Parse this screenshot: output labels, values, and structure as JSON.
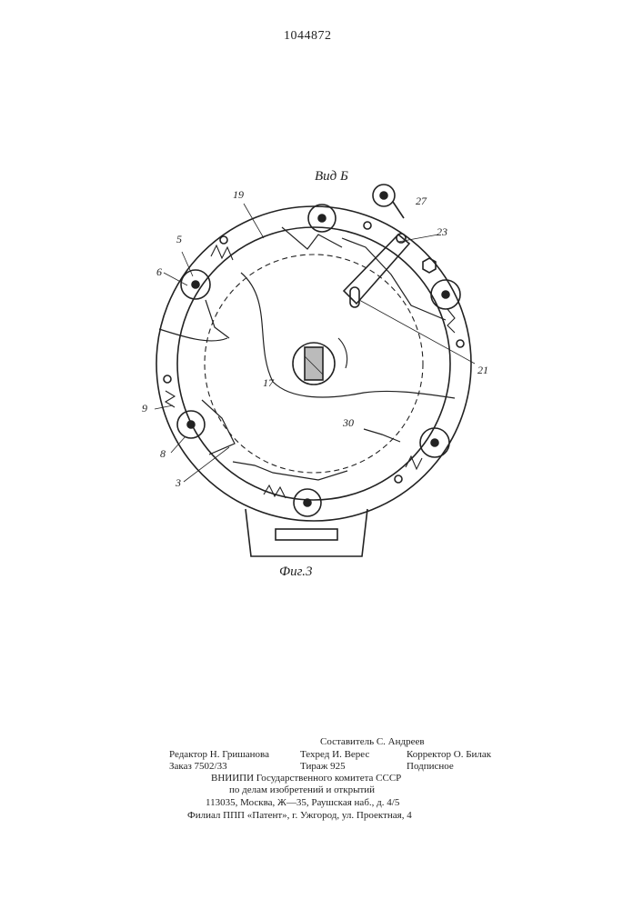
{
  "header": {
    "patent_number": "1044872"
  },
  "figure": {
    "view_label": "Вид Б",
    "caption": "Фиг.3",
    "callouts": {
      "n5": "5",
      "n6": "6",
      "n19": "19",
      "n27": "27",
      "n23": "23",
      "n21": "21",
      "n17": "17",
      "n30": "30",
      "n9": "9",
      "n8": "8",
      "n3": "3"
    }
  },
  "footer": {
    "compiler": "Составитель С. Андреев",
    "editor": "Редактор Н. Гришанова",
    "techred": "Техред И. Верес",
    "corrector": "Корректор О. Билак",
    "order": "Заказ 7502/33",
    "circulation": "Тираж 925",
    "subscription": "Подписное",
    "org1": "ВНИИПИ  Государственного  комитета  СССР",
    "org2": "по  делам  изобретений  и  открытий",
    "address": "113035,  Москва,  Ж—35,  Раушская  наб.,  д.  4/5",
    "branch": "Филиал  ППП  «Патент»,  г.  Ужгород,  ул.  Проектная,  4"
  }
}
